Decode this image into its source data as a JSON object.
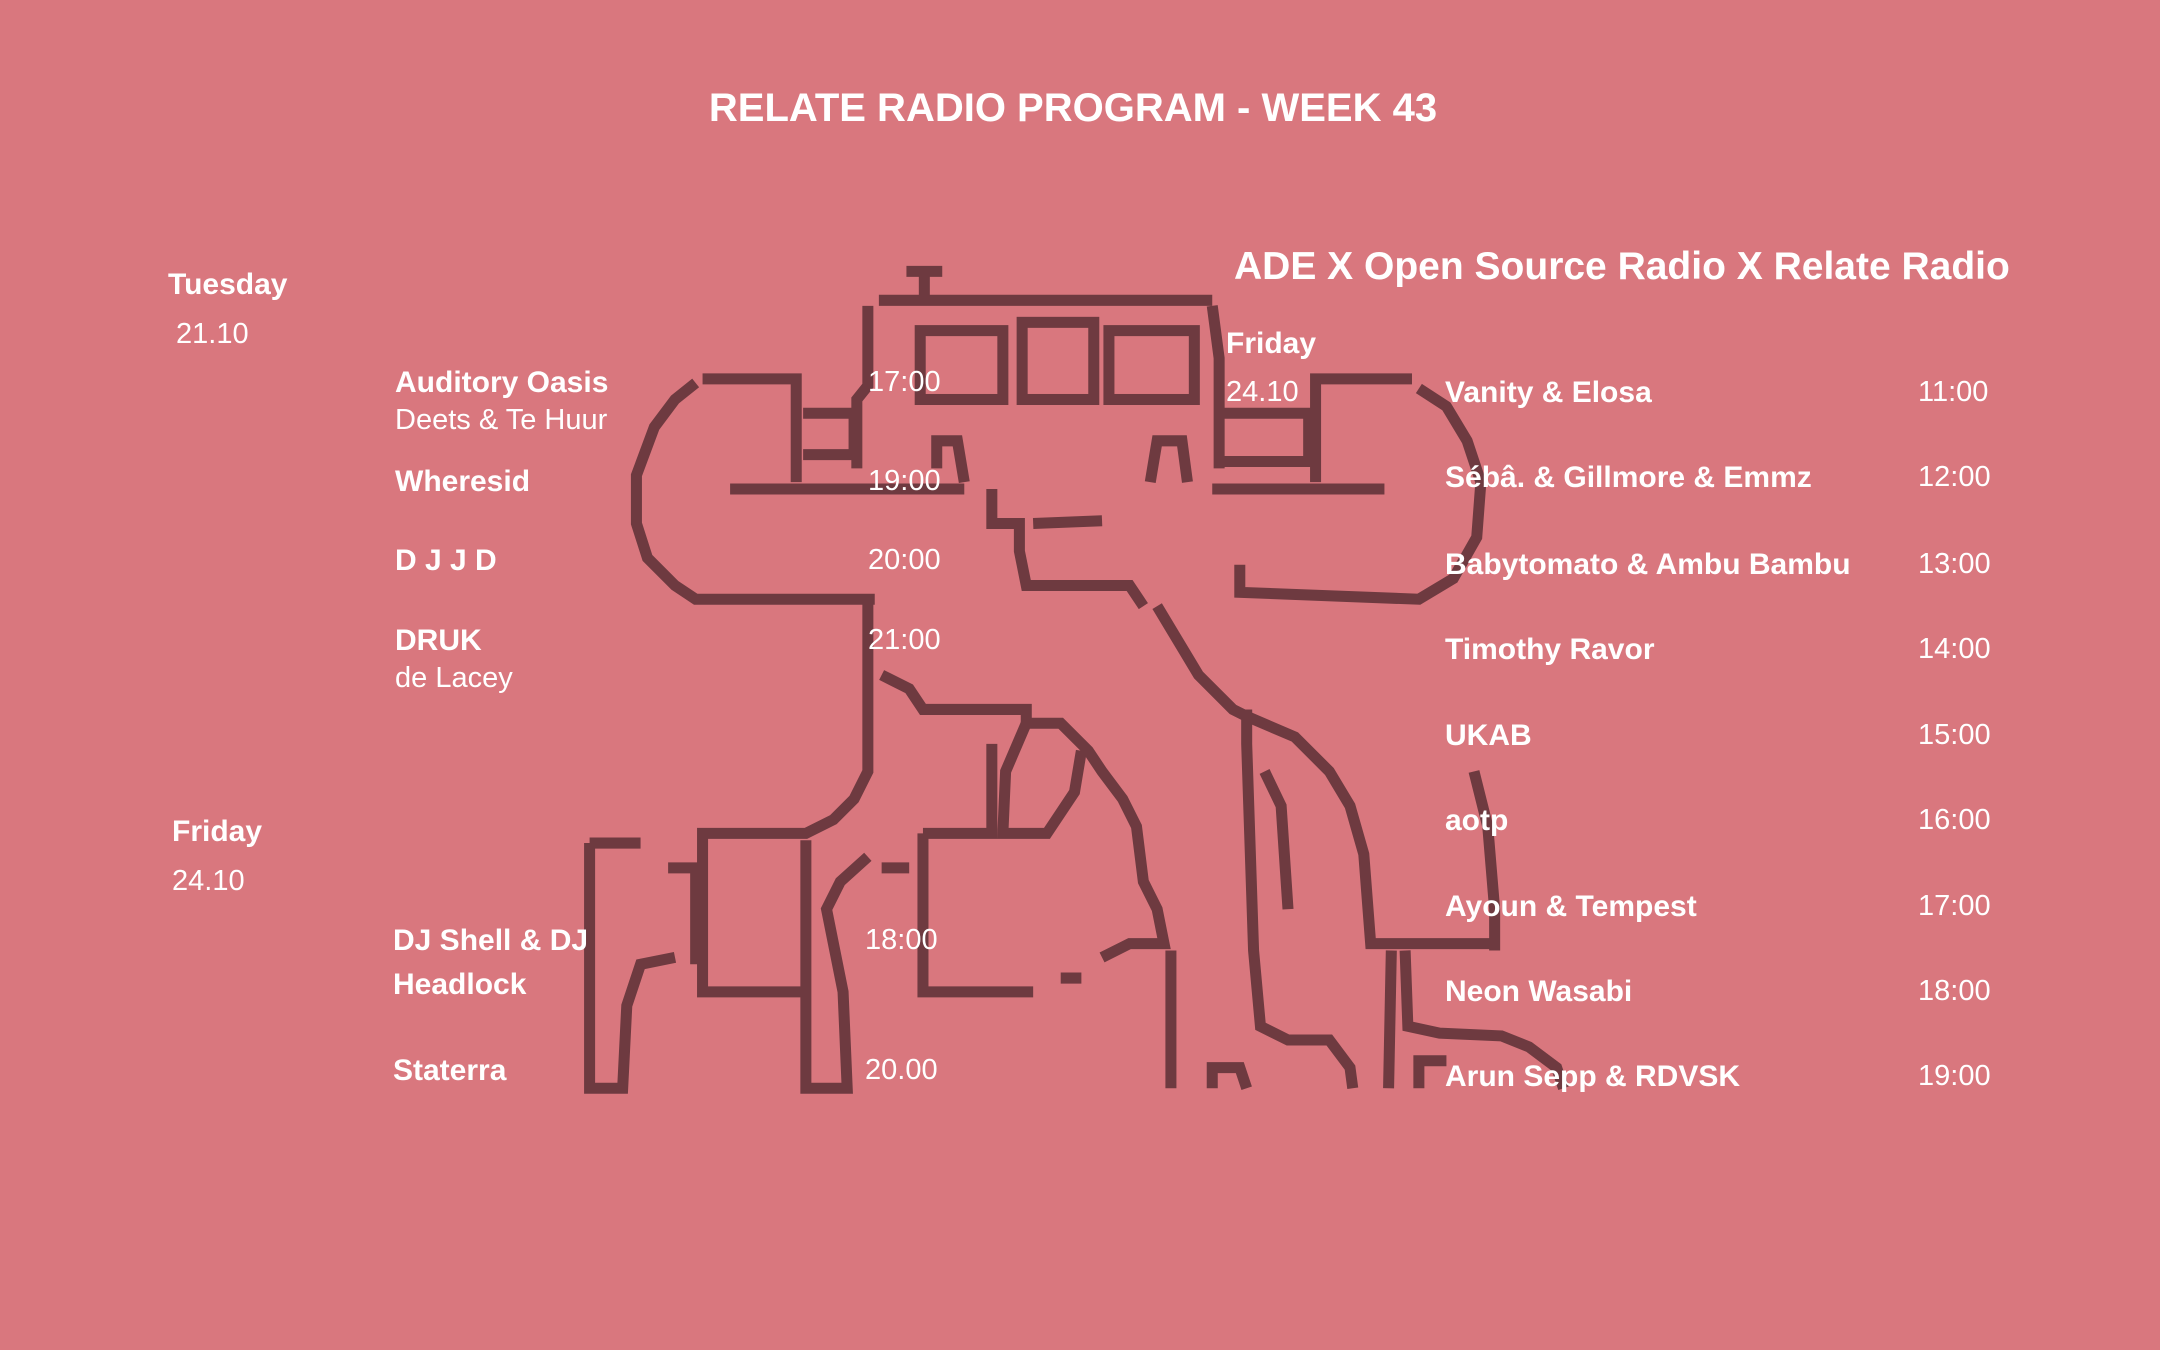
{
  "title": "RELATE RADIO PROGRAM - WEEK 43",
  "colors": {
    "background": "#d9777e",
    "illustration": "#6e3a40",
    "text": "#ffffff"
  },
  "left": {
    "tuesday": {
      "day": "Tuesday",
      "date": "21.10",
      "slots": [
        {
          "name": "Auditory Oasis",
          "sub": "Deets & Te Huur",
          "time": "17:00"
        },
        {
          "name": "Wheresid",
          "time": "19:00"
        },
        {
          "name": "D J J D",
          "time": "20:00"
        },
        {
          "name": "DRUK",
          "sub": "de Lacey",
          "time": "21:00"
        }
      ]
    },
    "friday": {
      "day": "Friday",
      "date": "24.10",
      "slots": [
        {
          "name_line1": "DJ Shell & DJ",
          "name_line2": "Headlock",
          "time": "18:00"
        },
        {
          "name": "Staterra",
          "time": "20.00"
        }
      ]
    }
  },
  "right": {
    "heading": "ADE X Open Source Radio X Relate Radio",
    "day": "Friday",
    "date": "24.10",
    "slots": [
      {
        "name": "Vanity & Elosa",
        "time": "11:00"
      },
      {
        "name": "Sébâ. & Gillmore & Emmz",
        "time": "12:00"
      },
      {
        "name": "Babytomato & Ambu Bambu",
        "time": "13:00"
      },
      {
        "name": "Timothy Ravor",
        "time": "14:00"
      },
      {
        "name": "UKAB",
        "time": "15:00"
      },
      {
        "name": "aotp",
        "time": "16:00"
      },
      {
        "name": "Ayoun & Tempest",
        "time": "17:00"
      },
      {
        "name": "Neon Wasabi",
        "time": "18:00"
      },
      {
        "name": "Arun Sepp & RDVSK",
        "time": "19:00"
      }
    ]
  }
}
